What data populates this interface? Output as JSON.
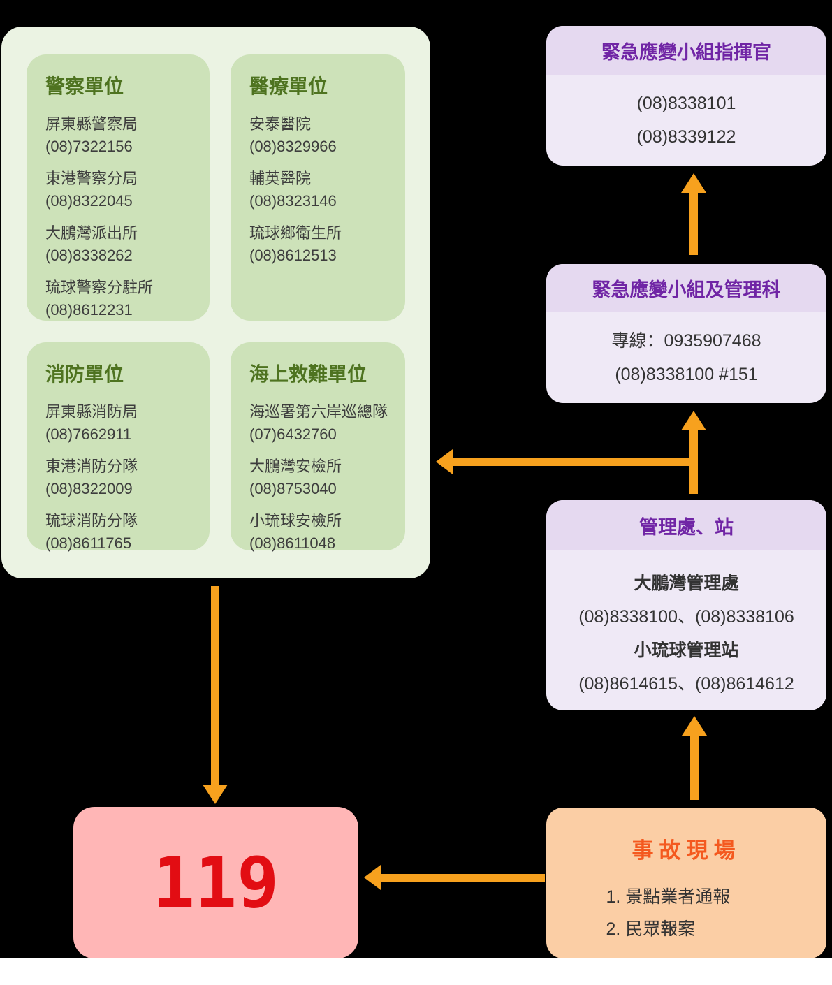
{
  "colors": {
    "background": "#000000",
    "footer_strip": "#ffffff",
    "arrow": "#F7A11E",
    "panel_bg": "#EBF3E3",
    "unit_box_bg": "#CDE2B9",
    "unit_title": "#4E7320",
    "body_text": "#3D3D3D",
    "purple_header_bg": "#E5D9F0",
    "purple_body_bg": "#EFE9F6",
    "purple_title": "#7025A5",
    "scene_box_bg": "#FBCEA5",
    "scene_title": "#F4591F",
    "emergency_box_bg": "#FFB6B6",
    "emergency_number": "#E20D13"
  },
  "unit_panel": {
    "boxes": [
      {
        "title": "警察單位",
        "entries": [
          {
            "name": "屏東縣警察局",
            "phone": "(08)7322156"
          },
          {
            "name": "東港警察分局",
            "phone": "(08)8322045"
          },
          {
            "name": "大鵬灣派出所",
            "phone": "(08)8338262"
          },
          {
            "name": "琉球警察分駐所",
            "phone": "(08)8612231"
          }
        ]
      },
      {
        "title": "醫療單位",
        "entries": [
          {
            "name": "安泰醫院",
            "phone": "(08)8329966"
          },
          {
            "name": "輔英醫院",
            "phone": "(08)8323146"
          },
          {
            "name": "琉球鄉衛生所",
            "phone": "(08)8612513"
          }
        ]
      },
      {
        "title": "消防單位",
        "entries": [
          {
            "name": "屏東縣消防局",
            "phone": "(08)7662911"
          },
          {
            "name": "東港消防分隊",
            "phone": "(08)8322009"
          },
          {
            "name": "琉球消防分隊",
            "phone": "(08)8611765"
          }
        ]
      },
      {
        "title": "海上救難單位",
        "entries": [
          {
            "name": "海巡署第六岸巡總隊",
            "phone": "(07)6432760"
          },
          {
            "name": "大鵬灣安檢所",
            "phone": "(08)8753040"
          },
          {
            "name": "小琉球安檢所",
            "phone": "(08)8611048"
          }
        ]
      }
    ]
  },
  "command_box": {
    "title": "緊急應變小組指揮官",
    "lines": [
      "(08)8338101",
      "(08)8339122"
    ]
  },
  "team_box": {
    "title": "緊急應變小組及管理科",
    "lines": [
      "專線：0935907468",
      "(08)8338100 #151"
    ]
  },
  "office_box": {
    "title": "管理處、站",
    "entries": [
      {
        "name": "大鵬灣管理處",
        "phones": "(08)8338100、(08)8338106"
      },
      {
        "name": "小琉球管理站",
        "phones": "(08)8614615、(08)8614612"
      }
    ]
  },
  "scene_box": {
    "title": "事故現場",
    "items": [
      "1. 景點業者通報",
      "2. 民眾報案"
    ]
  },
  "emergency_box": {
    "number": "119"
  }
}
